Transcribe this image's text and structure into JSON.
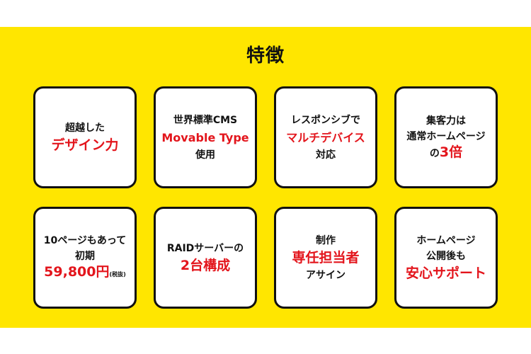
{
  "section": {
    "title": "特徴"
  },
  "colors": {
    "band": "#ffe600",
    "accent": "#e3151c",
    "text": "#111111",
    "card": "#ffffff"
  },
  "cards": [
    {
      "line1": "超越した",
      "highlight": "デザイン力"
    },
    {
      "line1": "世界標準CMS",
      "highlight": "Movable Type",
      "line2": "使用"
    },
    {
      "line1": "レスポンシブで",
      "highlight": "マルチデバイス",
      "line2": "対応"
    },
    {
      "line1": "集客力は",
      "line2": "通常ホームページ",
      "prefix": "の",
      "highlight": "3倍"
    },
    {
      "line1": "10ページもあって",
      "line2": "初期",
      "highlight": "59,800円",
      "note": "(税抜)"
    },
    {
      "line1": "RAIDサーバーの",
      "highlight": "2台構成"
    },
    {
      "line1": "制作",
      "highlight": "専任担当者",
      "line2": "アサイン"
    },
    {
      "line1": "ホームページ",
      "line2": "公開後も",
      "highlight": "安心サポート"
    }
  ]
}
